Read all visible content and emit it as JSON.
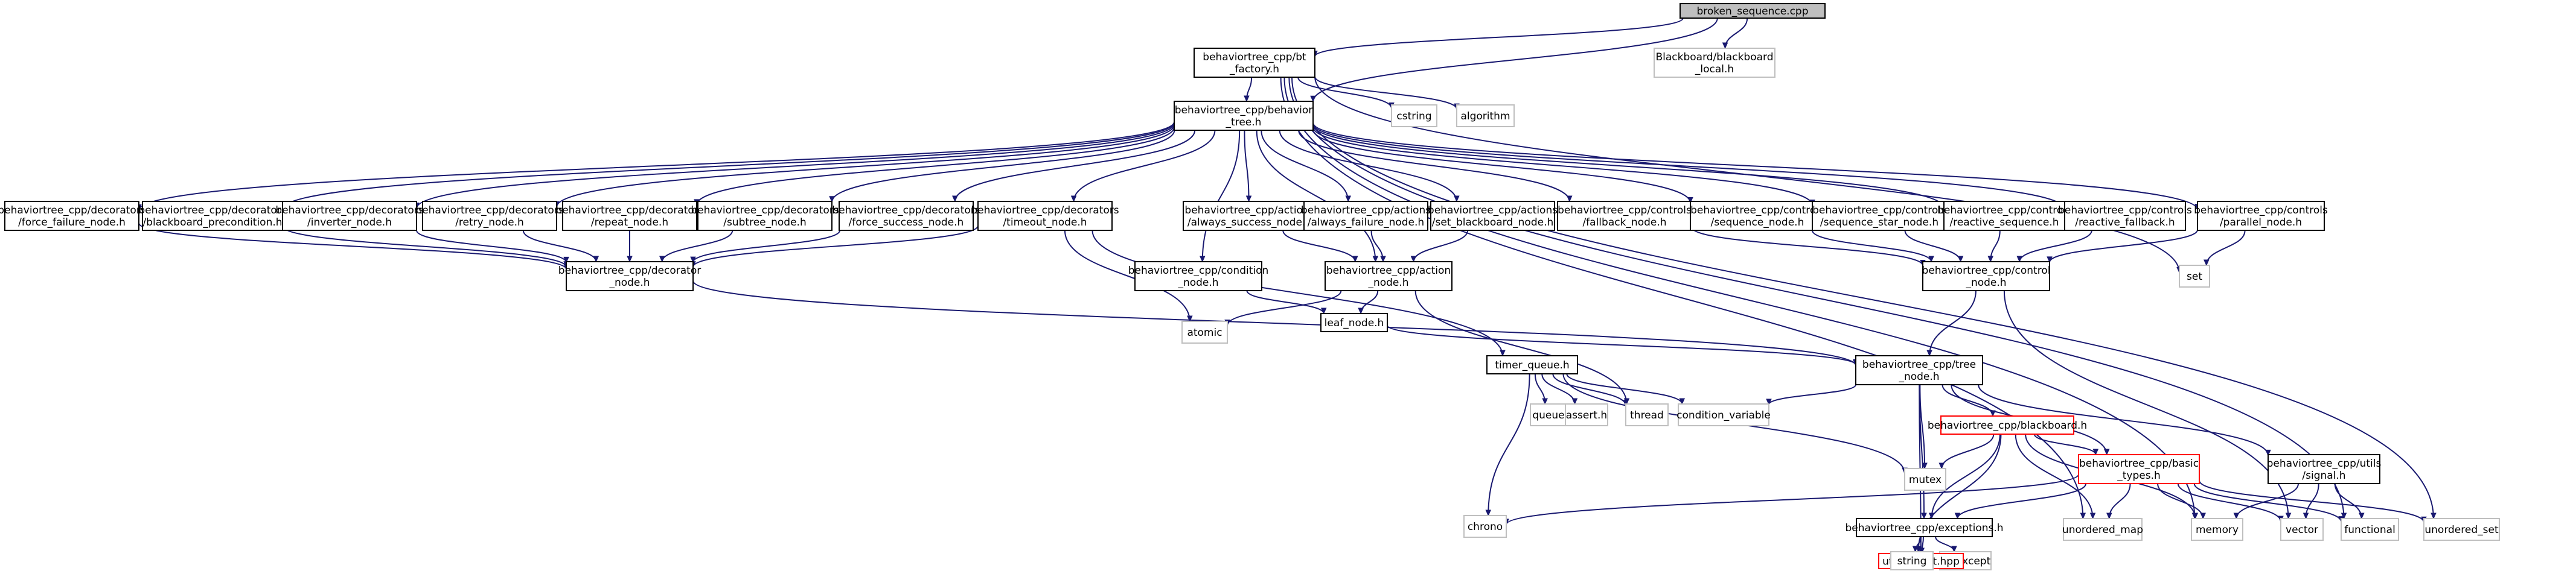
{
  "nodes": [
    {
      "id": "root",
      "lines": [
        "broken_sequence.cpp"
      ],
      "style": "root"
    },
    {
      "id": "bblocal",
      "lines": [
        "Blackboard/blackboard",
        "_local.h"
      ],
      "style": "sys"
    },
    {
      "id": "factory",
      "lines": [
        "behaviortree_cpp/bt",
        "_factory.h"
      ],
      "style": "normal"
    },
    {
      "id": "btree",
      "lines": [
        "behaviortree_cpp/behavior",
        "_tree.h"
      ],
      "style": "normal"
    },
    {
      "id": "cstring",
      "lines": [
        "cstring"
      ],
      "style": "sys"
    },
    {
      "id": "algorithm",
      "lines": [
        "algorithm"
      ],
      "style": "sys"
    },
    {
      "id": "d_force_failure",
      "lines": [
        "behaviortree_cpp/decorators",
        "/force_failure_node.h"
      ],
      "style": "normal"
    },
    {
      "id": "d_bb_precond",
      "lines": [
        "behaviortree_cpp/decorators",
        "/blackboard_precondition.h"
      ],
      "style": "normal"
    },
    {
      "id": "d_inverter",
      "lines": [
        "behaviortree_cpp/decorators",
        "/inverter_node.h"
      ],
      "style": "normal"
    },
    {
      "id": "d_retry",
      "lines": [
        "behaviortree_cpp/decorators",
        "/retry_node.h"
      ],
      "style": "normal"
    },
    {
      "id": "d_repeat",
      "lines": [
        "behaviortree_cpp/decorators",
        "/repeat_node.h"
      ],
      "style": "normal"
    },
    {
      "id": "d_subtree",
      "lines": [
        "behaviortree_cpp/decorators",
        "/subtree_node.h"
      ],
      "style": "normal"
    },
    {
      "id": "d_force_success",
      "lines": [
        "behaviortree_cpp/decorators",
        "/force_success_node.h"
      ],
      "style": "normal"
    },
    {
      "id": "d_timeout",
      "lines": [
        "behaviortree_cpp/decorators",
        "/timeout_node.h"
      ],
      "style": "normal"
    },
    {
      "id": "a_always_success",
      "lines": [
        "behaviortree_cpp/actions",
        "/always_success_node.h"
      ],
      "style": "normal"
    },
    {
      "id": "a_always_failure",
      "lines": [
        "behaviortree_cpp/actions",
        "/always_failure_node.h"
      ],
      "style": "normal"
    },
    {
      "id": "a_set_bb",
      "lines": [
        "behaviortree_cpp/actions",
        "/set_blackboard_node.h"
      ],
      "style": "normal"
    },
    {
      "id": "c_fallback",
      "lines": [
        "behaviortree_cpp/controls",
        "/fallback_node.h"
      ],
      "style": "normal"
    },
    {
      "id": "c_sequence",
      "lines": [
        "behaviortree_cpp/controls",
        "/sequence_node.h"
      ],
      "style": "normal"
    },
    {
      "id": "c_sequence_star",
      "lines": [
        "behaviortree_cpp/controls",
        "/sequence_star_node.h"
      ],
      "style": "normal"
    },
    {
      "id": "c_reactive_seq",
      "lines": [
        "behaviortree_cpp/controls",
        "/reactive_sequence.h"
      ],
      "style": "normal"
    },
    {
      "id": "c_reactive_fb",
      "lines": [
        "behaviortree_cpp/controls",
        "/reactive_fallback.h"
      ],
      "style": "normal"
    },
    {
      "id": "c_parallel",
      "lines": [
        "behaviortree_cpp/controls",
        "/parallel_node.h"
      ],
      "style": "normal"
    },
    {
      "id": "decorator_node",
      "lines": [
        "behaviortree_cpp/decorator",
        "_node.h"
      ],
      "style": "normal"
    },
    {
      "id": "condition_node",
      "lines": [
        "behaviortree_cpp/condition",
        "_node.h"
      ],
      "style": "normal"
    },
    {
      "id": "action_node",
      "lines": [
        "behaviortree_cpp/action",
        "_node.h"
      ],
      "style": "normal"
    },
    {
      "id": "control_node",
      "lines": [
        "behaviortree_cpp/control",
        "_node.h"
      ],
      "style": "normal"
    },
    {
      "id": "set",
      "lines": [
        "set"
      ],
      "style": "sys"
    },
    {
      "id": "atomic",
      "lines": [
        "atomic"
      ],
      "style": "sys"
    },
    {
      "id": "leaf_node",
      "lines": [
        "leaf_node.h"
      ],
      "style": "normal"
    },
    {
      "id": "tree_node",
      "lines": [
        "behaviortree_cpp/tree",
        "_node.h"
      ],
      "style": "normal"
    },
    {
      "id": "timer_queue",
      "lines": [
        "timer_queue.h"
      ],
      "style": "normal"
    },
    {
      "id": "queue",
      "lines": [
        "queue"
      ],
      "style": "sys"
    },
    {
      "id": "assert",
      "lines": [
        "assert.h"
      ],
      "style": "sys"
    },
    {
      "id": "thread",
      "lines": [
        "thread"
      ],
      "style": "sys"
    },
    {
      "id": "condvar",
      "lines": [
        "condition_variable"
      ],
      "style": "sys"
    },
    {
      "id": "blackboard",
      "lines": [
        "behaviortree_cpp/blackboard.h"
      ],
      "style": "red"
    },
    {
      "id": "signal",
      "lines": [
        "behaviortree_cpp/utils",
        "/signal.h"
      ],
      "style": "normal"
    },
    {
      "id": "mutex",
      "lines": [
        "mutex"
      ],
      "style": "sys"
    },
    {
      "id": "basic_types",
      "lines": [
        "behaviortree_cpp/basic",
        "_types.h"
      ],
      "style": "red"
    },
    {
      "id": "chrono",
      "lines": [
        "chrono"
      ],
      "style": "sys"
    },
    {
      "id": "exceptions",
      "lines": [
        "behaviortree_cpp/exceptions.h"
      ],
      "style": "normal"
    },
    {
      "id": "unordered_map",
      "lines": [
        "unordered_map"
      ],
      "style": "sys"
    },
    {
      "id": "memory",
      "lines": [
        "memory"
      ],
      "style": "sys"
    },
    {
      "id": "vector",
      "lines": [
        "vector"
      ],
      "style": "sys"
    },
    {
      "id": "functional",
      "lines": [
        "functional"
      ],
      "style": "sys"
    },
    {
      "id": "unordered_set",
      "lines": [
        "unordered_set"
      ],
      "style": "sys"
    },
    {
      "id": "stdexcept",
      "lines": [
        "stdexcept"
      ],
      "style": "sys"
    },
    {
      "id": "strcat",
      "lines": [
        "utils/strcat.hpp"
      ],
      "style": "red"
    },
    {
      "id": "string",
      "lines": [
        "string"
      ],
      "style": "sys"
    }
  ],
  "edges": [
    [
      "root",
      "bblocal"
    ],
    [
      "root",
      "factory"
    ],
    [
      "root",
      "btree"
    ],
    [
      "factory",
      "btree"
    ],
    [
      "factory",
      "cstring"
    ],
    [
      "factory",
      "algorithm"
    ],
    [
      "factory",
      "set"
    ],
    [
      "factory",
      "unordered_map"
    ],
    [
      "factory",
      "memory"
    ],
    [
      "factory",
      "functional"
    ],
    [
      "factory",
      "unordered_set"
    ],
    [
      "btree",
      "d_force_failure"
    ],
    [
      "btree",
      "d_bb_precond"
    ],
    [
      "btree",
      "d_inverter"
    ],
    [
      "btree",
      "d_retry"
    ],
    [
      "btree",
      "d_repeat"
    ],
    [
      "btree",
      "d_subtree"
    ],
    [
      "btree",
      "d_force_success"
    ],
    [
      "btree",
      "d_timeout"
    ],
    [
      "btree",
      "a_always_success"
    ],
    [
      "btree",
      "a_always_failure"
    ],
    [
      "btree",
      "a_set_bb"
    ],
    [
      "btree",
      "c_fallback"
    ],
    [
      "btree",
      "c_sequence"
    ],
    [
      "btree",
      "c_sequence_star"
    ],
    [
      "btree",
      "c_reactive_seq"
    ],
    [
      "btree",
      "c_reactive_fb"
    ],
    [
      "btree",
      "c_parallel"
    ],
    [
      "btree",
      "condition_node"
    ],
    [
      "btree",
      "action_node"
    ],
    [
      "d_force_failure",
      "decorator_node"
    ],
    [
      "d_bb_precond",
      "decorator_node"
    ],
    [
      "d_inverter",
      "decorator_node"
    ],
    [
      "d_retry",
      "decorator_node"
    ],
    [
      "d_repeat",
      "decorator_node"
    ],
    [
      "d_subtree",
      "decorator_node"
    ],
    [
      "d_force_success",
      "decorator_node"
    ],
    [
      "d_timeout",
      "decorator_node"
    ],
    [
      "d_timeout",
      "atomic"
    ],
    [
      "d_timeout",
      "timer_queue"
    ],
    [
      "a_always_success",
      "action_node"
    ],
    [
      "a_always_failure",
      "action_node"
    ],
    [
      "a_set_bb",
      "action_node"
    ],
    [
      "c_fallback",
      "control_node"
    ],
    [
      "c_sequence",
      "control_node"
    ],
    [
      "c_sequence_star",
      "control_node"
    ],
    [
      "c_reactive_seq",
      "control_node"
    ],
    [
      "c_reactive_fb",
      "control_node"
    ],
    [
      "c_parallel",
      "control_node"
    ],
    [
      "c_parallel",
      "set"
    ],
    [
      "decorator_node",
      "tree_node"
    ],
    [
      "condition_node",
      "leaf_node"
    ],
    [
      "action_node",
      "atomic"
    ],
    [
      "action_node",
      "leaf_node"
    ],
    [
      "action_node",
      "thread"
    ],
    [
      "control_node",
      "tree_node"
    ],
    [
      "control_node",
      "vector"
    ],
    [
      "leaf_node",
      "tree_node"
    ],
    [
      "tree_node",
      "condvar"
    ],
    [
      "tree_node",
      "blackboard"
    ],
    [
      "tree_node",
      "signal"
    ],
    [
      "tree_node",
      "mutex"
    ],
    [
      "tree_node",
      "basic_types"
    ],
    [
      "tree_node",
      "exceptions"
    ],
    [
      "tree_node",
      "strcat"
    ],
    [
      "timer_queue",
      "queue"
    ],
    [
      "timer_queue",
      "assert"
    ],
    [
      "timer_queue",
      "thread"
    ],
    [
      "timer_queue",
      "condvar"
    ],
    [
      "timer_queue",
      "mutex"
    ],
    [
      "timer_queue",
      "chrono"
    ],
    [
      "blackboard",
      "mutex"
    ],
    [
      "blackboard",
      "basic_types"
    ],
    [
      "blackboard",
      "exceptions"
    ],
    [
      "blackboard",
      "unordered_map"
    ],
    [
      "blackboard",
      "memory"
    ],
    [
      "blackboard",
      "string"
    ],
    [
      "signal",
      "memory"
    ],
    [
      "signal",
      "vector"
    ],
    [
      "signal",
      "functional"
    ],
    [
      "basic_types",
      "chrono"
    ],
    [
      "basic_types",
      "exceptions"
    ],
    [
      "basic_types",
      "unordered_map"
    ],
    [
      "basic_types",
      "memory"
    ],
    [
      "basic_types",
      "vector"
    ],
    [
      "basic_types",
      "functional"
    ],
    [
      "basic_types",
      "unordered_set"
    ],
    [
      "exceptions",
      "stdexcept"
    ],
    [
      "exceptions",
      "strcat"
    ],
    [
      "exceptions",
      "string"
    ],
    [
      "strcat",
      "string"
    ]
  ]
}
